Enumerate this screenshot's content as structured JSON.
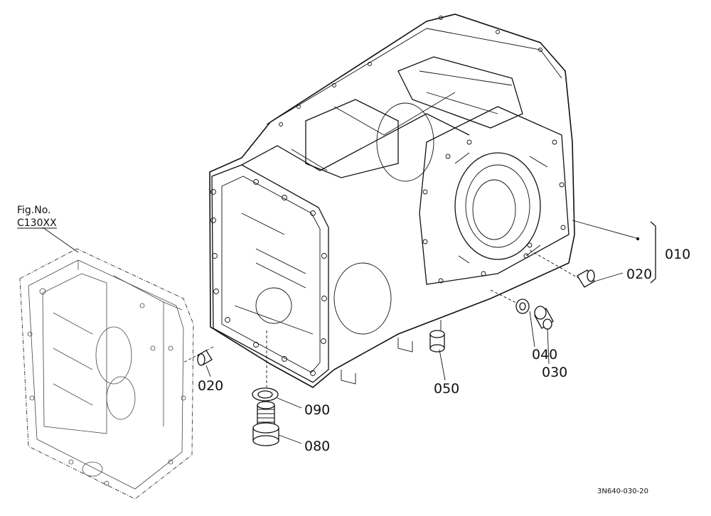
{
  "figure_ref": {
    "line1": "Fig.No.",
    "line2": "C130XX"
  },
  "callouts": {
    "c010": "010",
    "c020_right": "020",
    "c020_left": "020",
    "c030": "030",
    "c040": "040",
    "c050": "050",
    "c080": "080",
    "c090": "090"
  },
  "drawing_code": "3N640-030-20"
}
